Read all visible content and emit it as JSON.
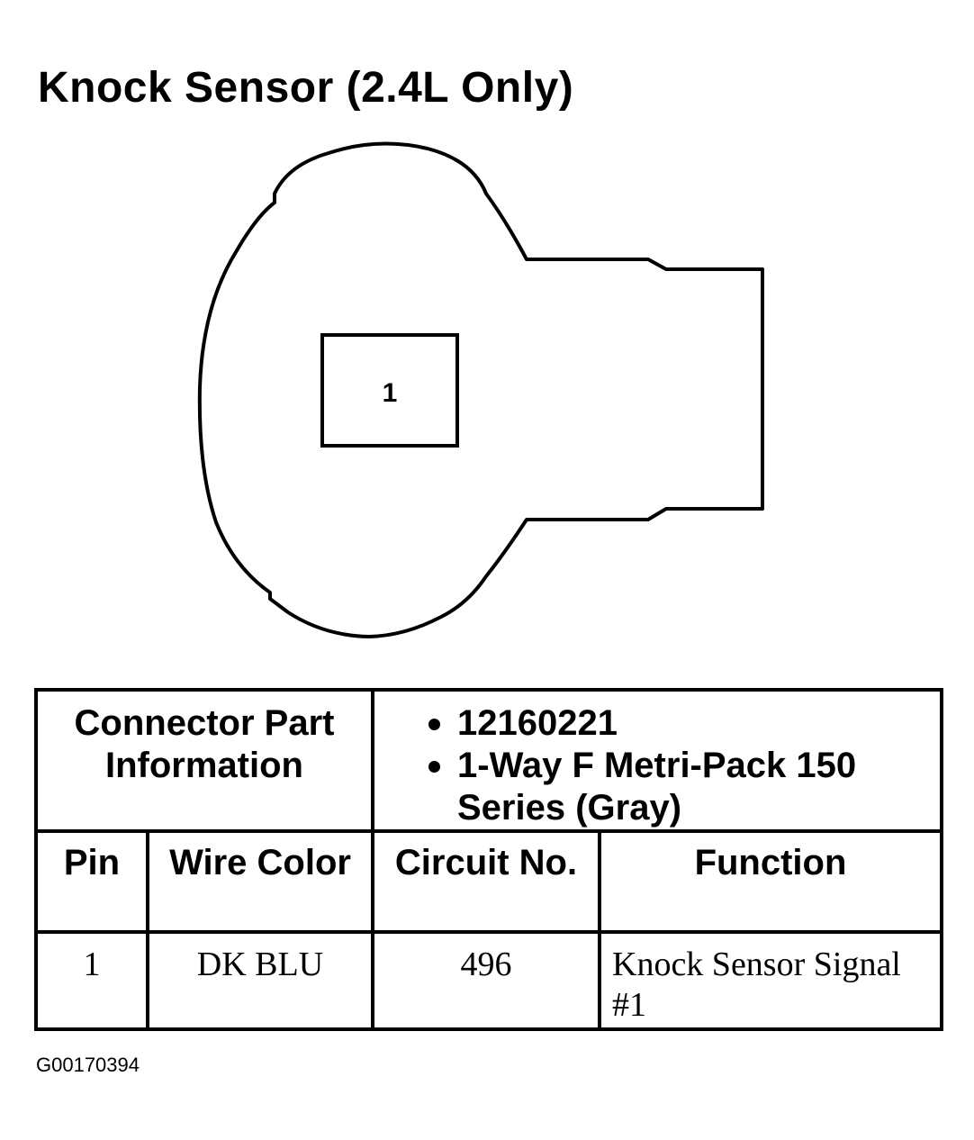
{
  "title": "Knock Sensor (2.4L Only)",
  "connector": {
    "pin_label": "1"
  },
  "table": {
    "part_info_label": "Connector Part Information",
    "part_info_items": [
      "12160221",
      "1-Way F Metri-Pack 150 Series (Gray)"
    ],
    "headers": {
      "pin": "Pin",
      "wire_color": "Wire Color",
      "circuit_no": "Circuit No.",
      "function": "Function"
    },
    "rows": [
      {
        "pin": "1",
        "wire_color": "DK BLU",
        "circuit_no": "496",
        "function": "Knock Sensor Signal #1"
      }
    ]
  },
  "figure_id": "G00170394"
}
